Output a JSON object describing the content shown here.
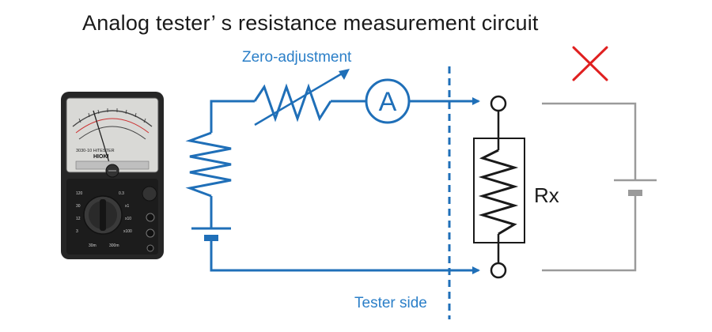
{
  "title": "Analog tester’ s resistance measurement circuit",
  "labels": {
    "zero_adjustment": "Zero-adjustment",
    "ammeter_symbol": "A",
    "rx": "Rx",
    "tester_side": "Tester side"
  },
  "meter": {
    "brand": "HIOKI",
    "model": "3030-10 HiTESTER"
  },
  "colors": {
    "wire_blue": "#1f6fb8",
    "label_blue": "#2b7fc8",
    "external_gray": "#9a9a9a",
    "resistor_black": "#1a1a1a",
    "cross_red": "#e02020",
    "meter_body": "#2a2a2a"
  },
  "icons": {
    "no_battery_mark": "red-x-mark"
  }
}
